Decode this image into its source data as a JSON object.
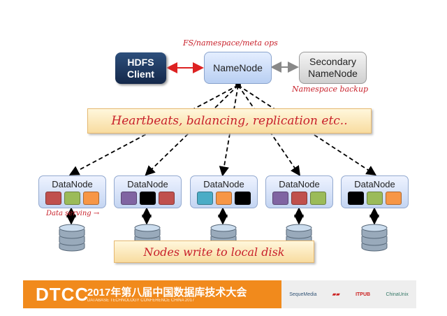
{
  "client": {
    "line1": "HDFS",
    "line2": "Client"
  },
  "namenode": {
    "label": "NameNode"
  },
  "secondary": {
    "line1": "Secondary",
    "line2": "NameNode"
  },
  "annotations": {
    "fs_ops": "FS/namespace/meta ops",
    "ns_backup": "Namespace backup",
    "data_serving": "Data serving →"
  },
  "banners": {
    "heartbeats": "Heartbeats, balancing, replication etc..",
    "local_disk": "Nodes write to local disk"
  },
  "datanodes": [
    {
      "label": "DataNode",
      "blocks": [
        "#c0504d",
        "#9bbb59",
        "#f79646"
      ]
    },
    {
      "label": "DataNode",
      "blocks": [
        "#8064a2",
        "#000000",
        "#c0504d"
      ]
    },
    {
      "label": "DataNode",
      "blocks": [
        "#4bacc6",
        "#f79646",
        "#000000"
      ]
    },
    {
      "label": "DataNode",
      "blocks": [
        "#8064a2",
        "#c0504d",
        "#9bbb59"
      ]
    },
    {
      "label": "DataNode",
      "blocks": [
        "#000000",
        "#9bbb59",
        "#f79646"
      ]
    }
  ],
  "footer": {
    "logo": "DTCC",
    "title": "2017年第八届中国数据库技术大会",
    "subtitle": "DATABASE TECHNOLOGY CONFERENCE CHINA 2017",
    "sponsors": [
      "SequeMedia",
      "ITPUB",
      "ChinaUnix"
    ]
  }
}
